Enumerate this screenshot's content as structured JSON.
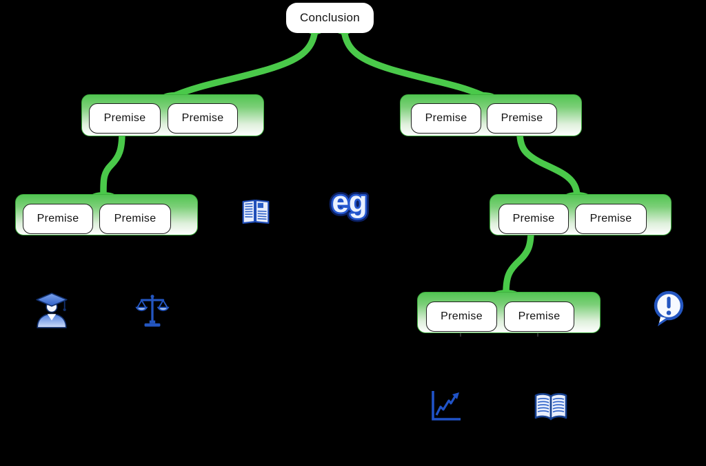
{
  "diagram": {
    "root_label": "Conclusion",
    "groups": [
      {
        "name": "top-left",
        "premises": [
          "Premise",
          "Premise"
        ]
      },
      {
        "name": "top-right",
        "premises": [
          "Premise",
          "Premise"
        ]
      },
      {
        "name": "mid-left",
        "premises": [
          "Premise",
          "Premise"
        ]
      },
      {
        "name": "mid-right",
        "premises": [
          "Premise",
          "Premise"
        ]
      },
      {
        "name": "bottom-right",
        "premises": [
          "Premise",
          "Premise"
        ]
      }
    ],
    "eg_label": "eg",
    "icons": [
      "newspaper-icon",
      "example-eg-label",
      "graduate-icon",
      "scales-icon",
      "speech-bubble-exclamation-icon",
      "line-chart-icon",
      "open-book-icon"
    ],
    "colors": {
      "background": "#000000",
      "branch_green": "#4ac94a",
      "container_green_top": "#52c552",
      "container_green_border": "#3fae3f",
      "node_fill": "#ffffff",
      "node_border": "#1c1c1c",
      "icon_blue": "#2456c0",
      "icon_blue_dark": "#0b1f60",
      "icon_blue_light": "#e8eefc"
    }
  }
}
